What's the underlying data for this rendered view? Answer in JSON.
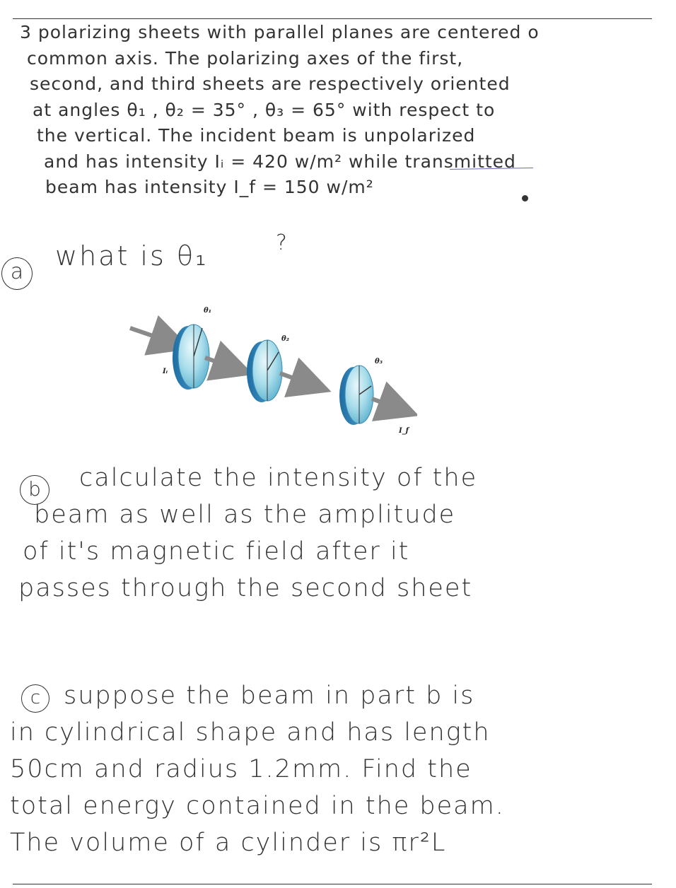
{
  "problem": {
    "lines": [
      "3 polarizing sheets with parallel planes are centered o",
      "common axis. The polarizing axes of the first,",
      "second, and third sheets are respectively oriented",
      "at angles θ₁ , θ₂ = 35° , θ₃ = 65° with respect to",
      "the vertical. The incident beam is unpolarized",
      "and has intensity  Iᵢ = 420 w/m²  while transmitted",
      "beam has intensity  I_f = 150 w/m²"
    ]
  },
  "part_a": {
    "marker": "a",
    "question": "what is θ₁",
    "qmark": "?"
  },
  "figure": {
    "labels": {
      "theta1": "θ₁",
      "theta2": "θ₂",
      "theta3": "θ₃",
      "incident": "Iᵢ",
      "final": "I_f"
    },
    "colors": {
      "disk_face": "#8fd0e0",
      "disk_edge": "#2f7fb0",
      "arrow": "#8a8a8a"
    }
  },
  "part_b": {
    "marker": "b",
    "lines": [
      "calculate the intensity of the",
      "beam as well as the amplitude",
      "of it's magnetic field after it",
      "passes through the second sheet"
    ]
  },
  "part_c": {
    "marker": "c",
    "lines": [
      "suppose the beam in part b is",
      "in cylindrical shape and has length",
      "50cm and radius 1.2mm. Find the",
      "total energy contained in the beam.",
      "The volume of a cylinder is πr²L"
    ]
  }
}
